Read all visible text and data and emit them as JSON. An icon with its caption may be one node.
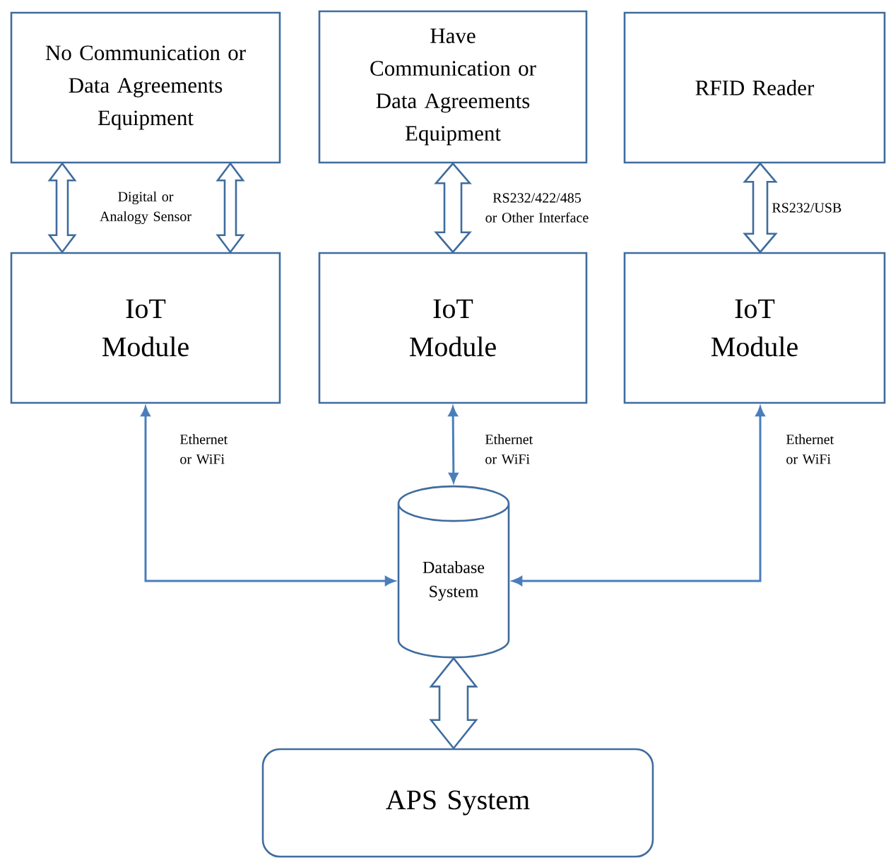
{
  "diagram": {
    "nodes": [
      {
        "text": [
          "No Communication or Data Agreements Equipment"
        ]
      },
      {
        "text": [
          "Have Communication or Data Agreements Equipment"
        ]
      },
      {
        "text": [
          "RFID Reader"
        ]
      },
      {
        "text": [
          "IoT Module"
        ]
      },
      {
        "text": [
          "IoT Module"
        ]
      },
      {
        "text": [
          "IoT Module"
        ]
      },
      {
        "text": [
          "Database System"
        ]
      },
      {
        "text": [
          "APS System"
        ]
      }
    ],
    "edges": [
      {
        "from": 0,
        "to": 3,
        "arrow": "both",
        "style": "thick",
        "label": "Digital or Analogy Sensor"
      },
      {
        "from": 0,
        "to": 3,
        "arrow": "both",
        "style": "thick"
      },
      {
        "from": 1,
        "to": 4,
        "arrow": "both",
        "style": "thick",
        "label": "RS232/422/485 or Other Interface"
      },
      {
        "from": 2,
        "to": 5,
        "arrow": "both",
        "style": "thick",
        "label": "RS232/USB"
      },
      {
        "from": 3,
        "to": 6,
        "arrow": "both",
        "label": "Ethernet or WiFi"
      },
      {
        "from": 4,
        "to": 6,
        "arrow": "both",
        "label": "Ethernet or WiFi"
      },
      {
        "from": 5,
        "to": 6,
        "arrow": "both",
        "label": "Ethernet or WiFi"
      },
      {
        "from": 6,
        "to": 7,
        "arrow": "both",
        "style": "thick"
      }
    ]
  }
}
